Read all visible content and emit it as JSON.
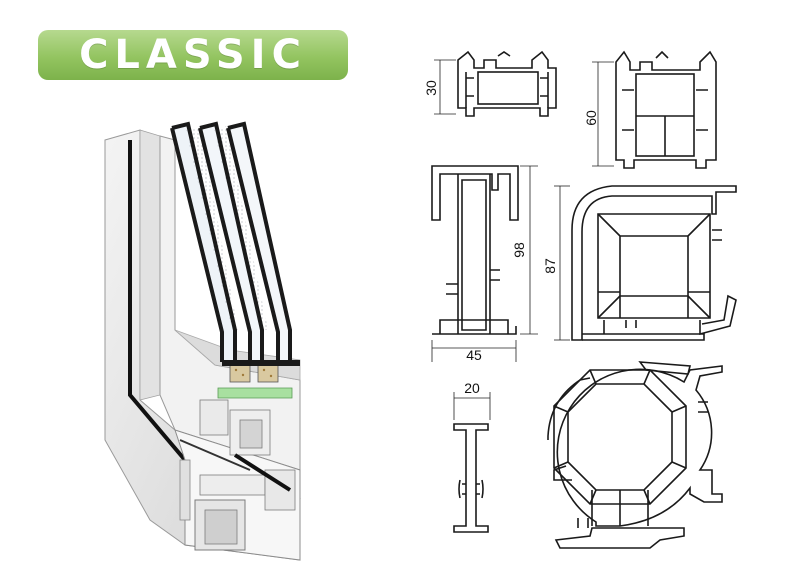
{
  "brand": {
    "title": "CLASSIC",
    "accent": "#8fc15a"
  },
  "dimensions": {
    "frame_depth": "30",
    "sash_depth": "60",
    "profile_height": "98",
    "profile_width": "45",
    "corner_height": "87",
    "mullion_width": "20"
  }
}
